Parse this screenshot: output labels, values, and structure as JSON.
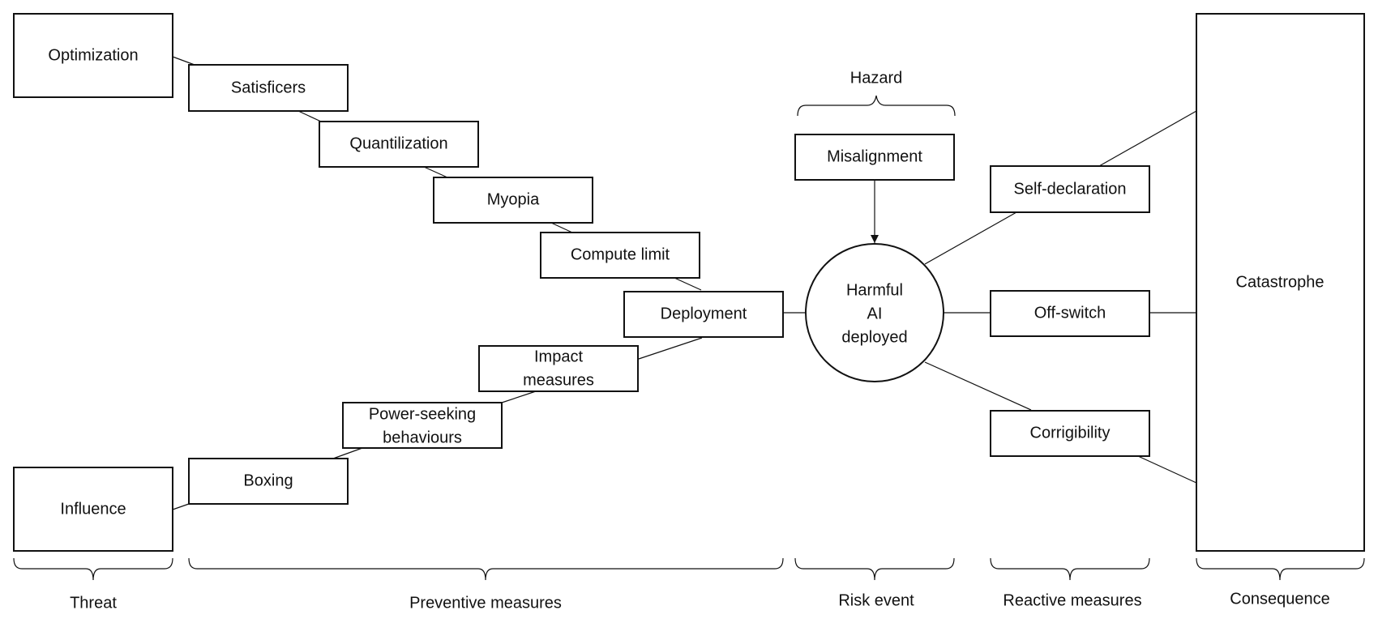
{
  "nodes": {
    "optimization": "Optimization",
    "satisficers": "Satisficers",
    "quantilization": "Quantilization",
    "myopia": "Myopia",
    "compute_limit": "Compute limit",
    "deployment": "Deployment",
    "impact_measures": [
      "Impact",
      "measures"
    ],
    "power_seeking": [
      "Power-seeking",
      "behaviours"
    ],
    "boxing": "Boxing",
    "influence": "Influence",
    "misalignment": "Misalignment",
    "harmful_ai": [
      "Harmful",
      "AI",
      "deployed"
    ],
    "self_declaration": "Self-declaration",
    "off_switch": "Off-switch",
    "corrigibility": "Corrigibility",
    "catastrophe": "Catastrophe"
  },
  "labels": {
    "hazard": "Hazard",
    "threat": "Threat",
    "preventive": "Preventive measures",
    "risk_event": "Risk event",
    "reactive": "Reactive measures",
    "consequence": "Consequence"
  }
}
